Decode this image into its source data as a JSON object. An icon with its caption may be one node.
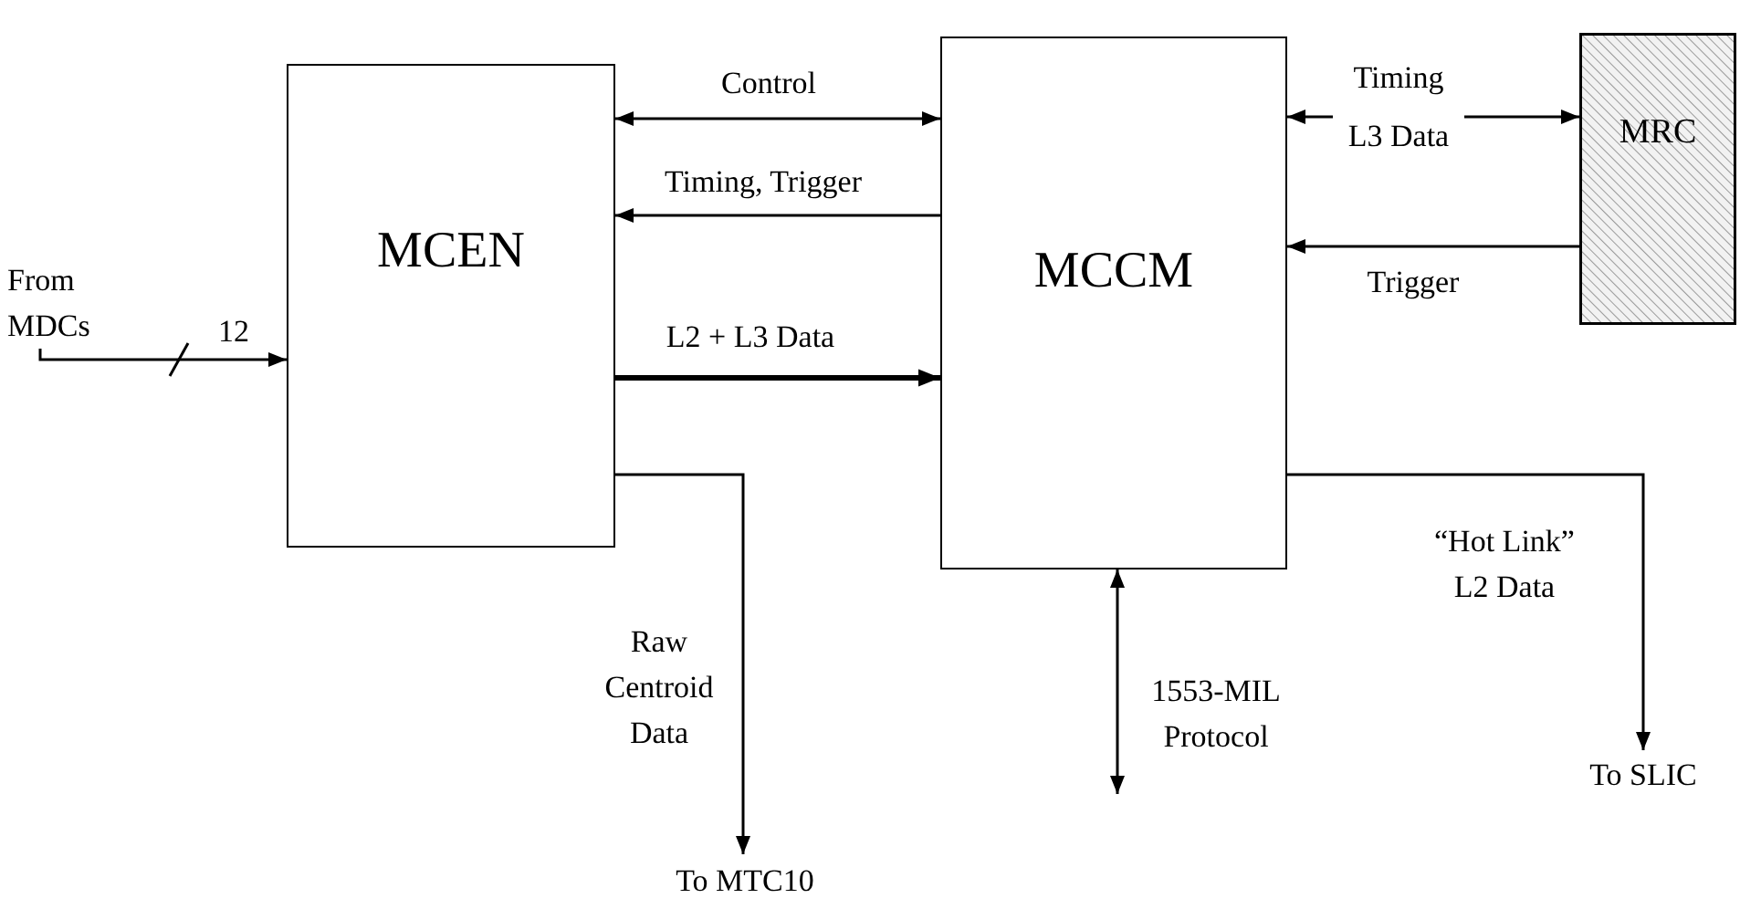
{
  "diagram": {
    "nodes": [
      {
        "text": [
          "MCEN"
        ]
      },
      {
        "text": [
          "MCCM"
        ]
      },
      {
        "text": [
          "MRC"
        ]
      },
      {
        "text": [
          "From MDCs"
        ]
      },
      {
        "text": [
          "To MTC10"
        ]
      },
      {
        "text": [
          "To SLIC"
        ]
      }
    ],
    "edges": [
      {
        "from": 3,
        "to": 0,
        "arrow": "to",
        "label": "12"
      },
      {
        "from": 0,
        "to": 1,
        "arrow": "both",
        "label": "Control"
      },
      {
        "from": 1,
        "to": 0,
        "arrow": "to",
        "label": "Timing, Trigger"
      },
      {
        "from": 0,
        "to": 1,
        "arrow": "to",
        "label": "L2 + L3 Data",
        "style": "thick"
      },
      {
        "from": 0,
        "to": 4,
        "arrow": "to",
        "label": "Raw Centroid Data"
      },
      {
        "from": 1,
        "to": 2,
        "arrow": "both",
        "label": "Timing"
      },
      {
        "from": 2,
        "to": 1,
        "arrow": "to",
        "label": "Trigger"
      },
      {
        "from": 1,
        "to": 5,
        "arrow": "to",
        "label": "“Hot Link” L2 Data"
      },
      {
        "from": null,
        "to": 1,
        "arrow": "both",
        "label": "1553-MIL Protocol"
      }
    ],
    "labels": [
      "L3 Data"
    ]
  }
}
